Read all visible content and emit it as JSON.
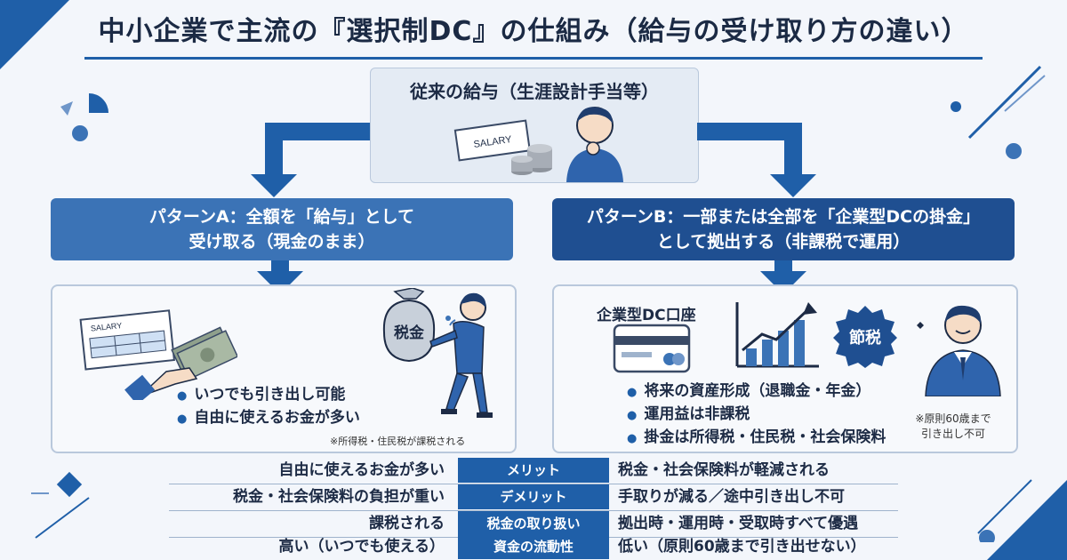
{
  "title": "中小企業で主流の『選択制DC』の仕組み（給与の受け取り方の違い）",
  "top_box": {
    "label": "従来の給与（生涯設計手当等）",
    "card_text": "SALARY"
  },
  "pattern_a": {
    "header_line1": "パターンA：全額を「給与」として",
    "header_line2": "受け取る（現金のまま）",
    "card_text": "SALARY",
    "bag_text": "税金",
    "bullets": [
      "いつでも引き出し可能",
      "自由に使えるお金が多い"
    ],
    "note": "※所得税・住民税が課税される"
  },
  "pattern_b": {
    "header_line1": "パターンB：一部または全部を「企業型DCの掛金」",
    "header_line2": "として拠出する（非課税で運用）",
    "account_label": "企業型DC口座",
    "badge_text": "節税",
    "bullets": [
      "将来の資産形成（退職金・年金）",
      "運用益は非課税",
      "掛金は所得税・住民税・社会保険料"
    ],
    "note_line1": "※原則60歳まで",
    "note_line2": "引き出し不可"
  },
  "comparison": [
    {
      "left": "自由に使えるお金が多い",
      "middle": "メリット",
      "right": "税金・社会保険料が軽減される"
    },
    {
      "left": "税金・社会保険料の負担が重い",
      "middle": "デメリット",
      "right": "手取りが減る／途中引き出し不可"
    },
    {
      "left": "課税される",
      "middle": "税金の取り扱い",
      "right": "拠出時・運用時・受取時すべて優遇"
    },
    {
      "left": "高い（いつでも使える）",
      "middle": "資金の流動性",
      "right": "低い（原則60歳まで引き出せない）"
    }
  ],
  "colors": {
    "primary": "#1f5fa8",
    "dark": "#1f4f91",
    "light": "#3b73b6"
  }
}
